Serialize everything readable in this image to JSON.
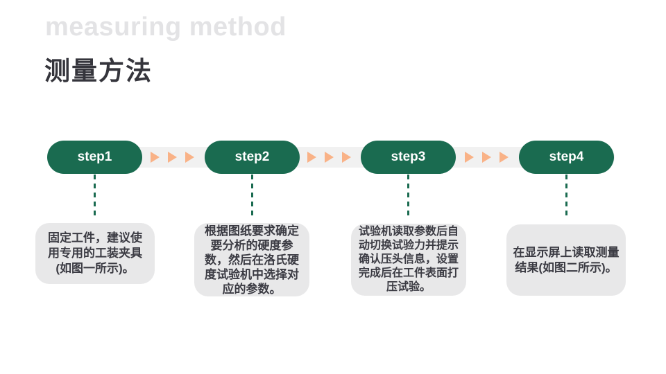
{
  "header": {
    "title_en": "measuring method",
    "title_zh": "测量方法"
  },
  "colors": {
    "step_pill_green": "#1a6b50",
    "arrow_orange": "#f9b287",
    "track_gray": "#f1f1f1",
    "card_gray": "#e8e8e9",
    "title_light_gray": "#e3e3e5",
    "title_dark": "#35353c",
    "card_text": "#3b3b43"
  },
  "steps": [
    {
      "label": "step1",
      "description": "固定工件，建议使\n用专用的工装夹具\n(如图一所示)。"
    },
    {
      "label": "step2",
      "description": "根据图纸要求确定\n要分析的硬度参\n数，然后在洛氏硬\n度试验机中选择对\n应的参数。"
    },
    {
      "label": "step3",
      "description": "试验机读取参数后自\n动切换试验力并提示\n确认压头信息，设置\n完成后在工件表面打\n压试验。"
    },
    {
      "label": "step4",
      "description": "在显示屏上读取测量\n结果(如图二所示)。"
    }
  ]
}
